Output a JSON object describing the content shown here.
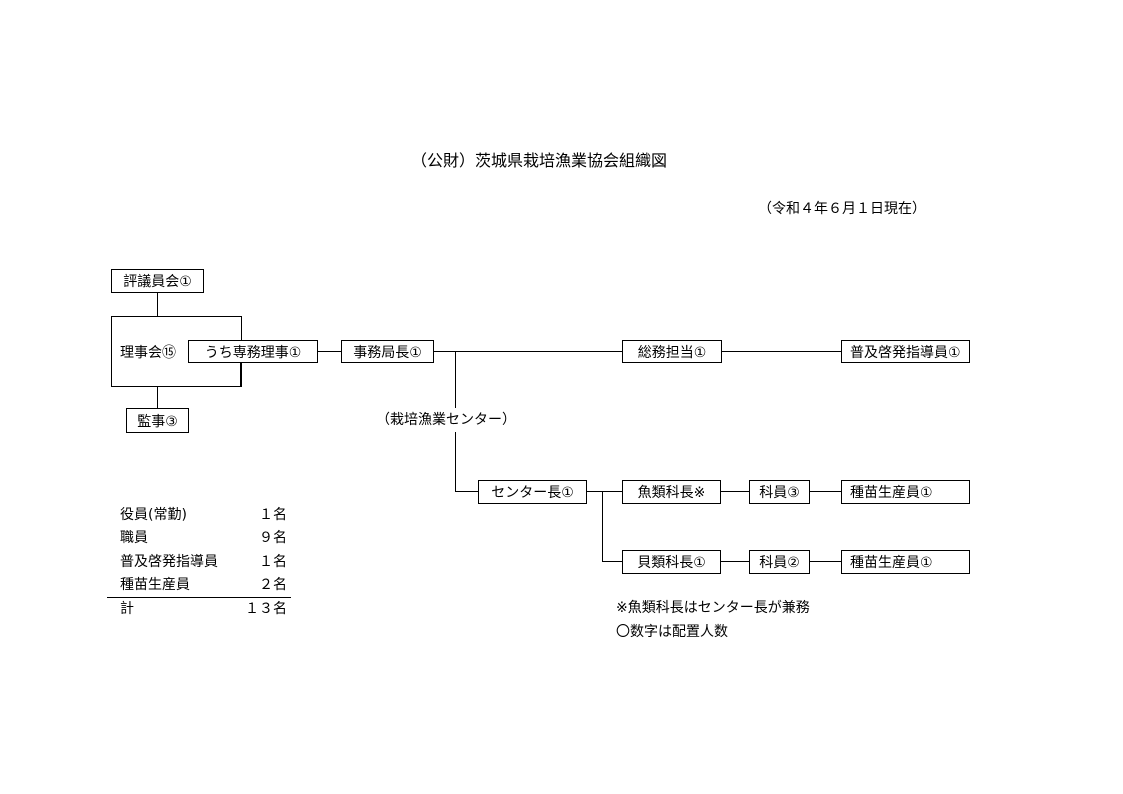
{
  "header": {
    "title": "（公財）茨城県栽培漁業協会組織図",
    "date": "（令和４年６月１日現在）"
  },
  "chart": {
    "council": "評議員会①",
    "board": "理事会⑮",
    "exec_director": "うち専務理事①",
    "auditor": "監事③",
    "secretary_general": "事務局長①",
    "general_affairs": "総務担当①",
    "extension_guide": "普及啓発指導員①",
    "center_label": "（栽培漁業センター）",
    "center_chief": "センター長①",
    "fish_chief": "魚類科長※",
    "fish_staff": "科員③",
    "fish_seed": "種苗生産員①",
    "shell_chief": "貝類科長①",
    "shell_staff": "科員②",
    "shell_seed": "種苗生産員①"
  },
  "staff_table": {
    "rows": [
      {
        "label": "役員(常勤)",
        "value": "１名"
      },
      {
        "label": "職員",
        "value": "９名"
      },
      {
        "label": "普及啓発指導員",
        "value": "１名"
      },
      {
        "label": "種苗生産員",
        "value": "２名"
      }
    ],
    "total": {
      "label": "計",
      "value": "１３名"
    }
  },
  "notes": {
    "note1": "※魚類科長はセンター長が兼務",
    "note2": "〇数字は配置人数"
  }
}
